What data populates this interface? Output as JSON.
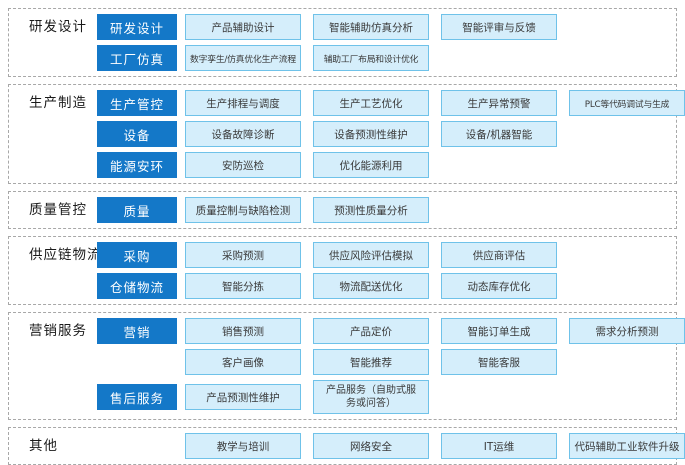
{
  "colors": {
    "button_bg": "#1478c8",
    "button_text": "#ffffff",
    "item_bg": "#d5eefb",
    "item_border": "#6fc2e9",
    "item_text": "#3a3a3a",
    "label_text": "#1a1a1a",
    "dashed_border": "#a8a8a8",
    "page_bg": "#ffffff"
  },
  "sections": [
    {
      "label": "研发设计",
      "groups": [
        {
          "button": "研发设计",
          "items": [
            "产品辅助设计",
            "智能辅助仿真分析",
            "智能评审与反馈"
          ]
        },
        {
          "button": "工厂仿真",
          "items": [
            "数字孪生/仿真优化生产流程",
            "辅助工厂布局和设计优化"
          ]
        }
      ]
    },
    {
      "label": "生产制造",
      "groups": [
        {
          "button": "生产管控",
          "items": [
            "生产排程与调度",
            "生产工艺优化",
            "生产异常预警",
            "PLC等代码调试与生成"
          ]
        },
        {
          "button": "设备",
          "items": [
            "设备故障诊断",
            "设备预测性维护",
            "设备/机器智能"
          ]
        },
        {
          "button": "能源安环",
          "items": [
            "安防巡检",
            "优化能源利用"
          ]
        }
      ]
    },
    {
      "label": "质量管控",
      "groups": [
        {
          "button": "质量",
          "items": [
            "质量控制与缺陷检测",
            "预测性质量分析"
          ]
        }
      ]
    },
    {
      "label": "供应链物流",
      "groups": [
        {
          "button": "采购",
          "items": [
            "采购预测",
            "供应风险评估模拟",
            "供应商评估"
          ]
        },
        {
          "button": "仓储物流",
          "items": [
            "智能分拣",
            "物流配送优化",
            "动态库存优化"
          ]
        }
      ]
    },
    {
      "label": "营销服务",
      "groups": [
        {
          "button": "营销",
          "items": [
            "销售预测",
            "产品定价",
            "智能订单生成",
            "需求分析预测"
          ]
        },
        {
          "button": "",
          "items": [
            "客户画像",
            "智能推荐",
            "智能客服"
          ]
        },
        {
          "button": "售后服务",
          "items": [
            "产品预测性维护",
            "产品服务（自助式服务或问答）"
          ]
        }
      ]
    },
    {
      "label": "其他",
      "groups": [
        {
          "button": "",
          "items": [
            "教学与培训",
            "网络安全",
            "IT运维",
            "代码辅助工业软件升级"
          ]
        }
      ]
    }
  ]
}
